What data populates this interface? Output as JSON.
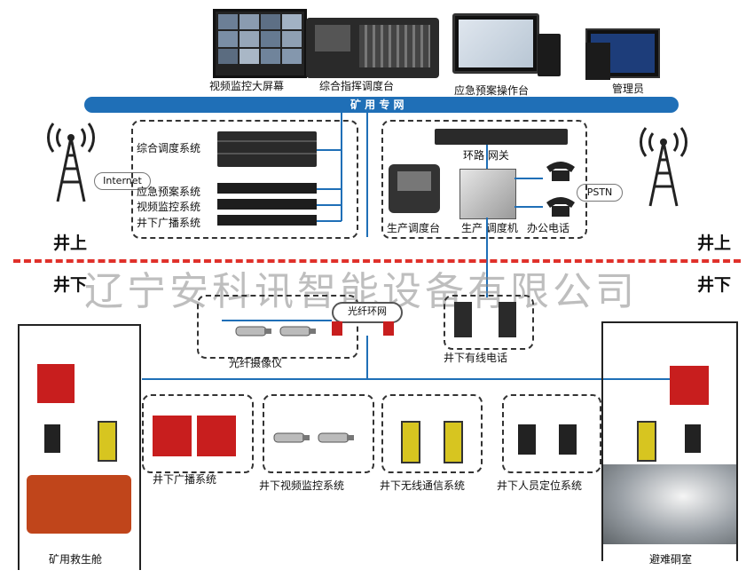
{
  "top_devices": {
    "screen_wall": "视频监控大屏幕",
    "dispatch_console": "综合指挥调度台",
    "emergency_console": "应急预案操作台",
    "admin": "管理员"
  },
  "network_bar": "矿 用 专 网",
  "left_group": {
    "dispatch_system": "综合调度系统",
    "emergency_system": "应急预案系统",
    "video_system": "视频监控系统",
    "broadcast_system": "井下广播系统"
  },
  "internet": "Internet",
  "pstn": "PSTN",
  "right_group": {
    "ring_gateway": "环路 网关",
    "prod_console": "生产调度台",
    "prod_switch": "生产 调度机",
    "office_phone": "办公电话"
  },
  "above_ground": "井上",
  "below_ground": "井下",
  "watermark": "辽宁安科讯智能设备有限公司",
  "fiber_ring": "光纤环网",
  "fiber_camera": "光纤摄像仪",
  "wired_phone": "井下有线电话",
  "bottom_systems": {
    "broadcast": "井下广播系统",
    "video": "井下视频监控系统",
    "wireless": "井下无线通信系统",
    "positioning": "井下人员定位系统"
  },
  "refuge_capsule": "矿用救生舱",
  "refuge_chamber": "避难硐室",
  "colors": {
    "network": "#1f6fb7",
    "divider": "#e0302a",
    "device_red": "#c81e1e"
  }
}
